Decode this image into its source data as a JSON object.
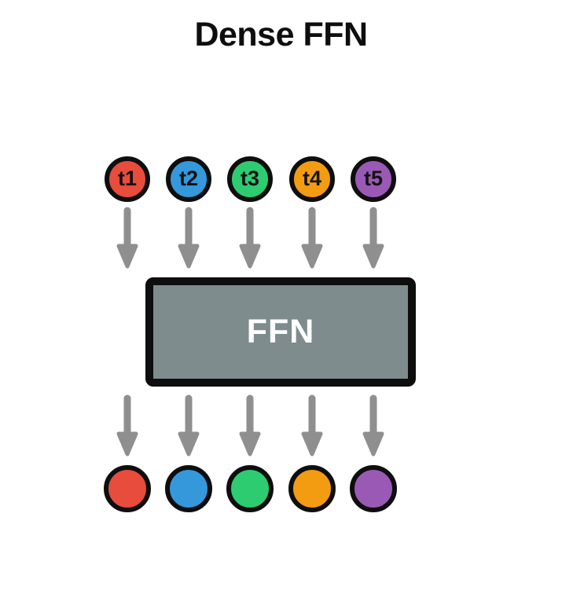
{
  "title": "Dense FFN",
  "colors": {
    "background": "#FFFFFF",
    "outline_black": "#0E0E0E",
    "arrow_gray": "#8F8F8F",
    "box_gray": "#7E8C8D",
    "red": "#E74C3C",
    "blue": "#3498DB",
    "green": "#2ECC71",
    "orange": "#F39C12",
    "purple": "#9B59B6"
  },
  "tokens": [
    {
      "label": "t1",
      "color": "#E74C3C"
    },
    {
      "label": "t2",
      "color": "#3498DB"
    },
    {
      "label": "t3",
      "color": "#2ECC71"
    },
    {
      "label": "t4",
      "color": "#F39C12"
    },
    {
      "label": "t5",
      "color": "#9B59B6"
    }
  ],
  "ffn": {
    "label": "FFN",
    "fill": "#7E8C8D",
    "text_color": "#FFFFFF"
  },
  "outputs": [
    {
      "color": "#E74C3C"
    },
    {
      "color": "#3498DB"
    },
    {
      "color": "#2ECC71"
    },
    {
      "color": "#F39C12"
    },
    {
      "color": "#9B59B6"
    }
  ]
}
